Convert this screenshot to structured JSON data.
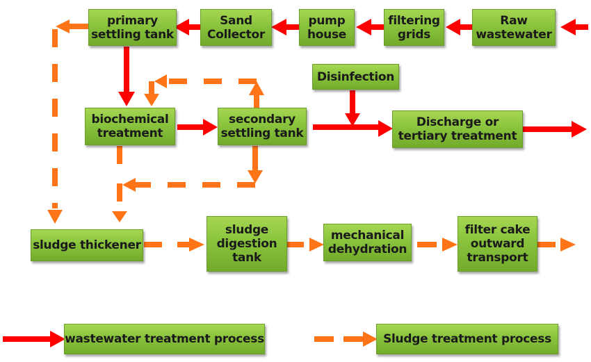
{
  "colors": {
    "wastewater_arrow": "#ff0000",
    "sludge_arrow": "#ff7417",
    "box_fill": "#8cc63f",
    "text": "#1a1a1a"
  },
  "nodes": {
    "raw_wastewater": "Raw\nwastewater",
    "filtering_grids": "filtering\ngrids",
    "pump_house": "pump\nhouse",
    "sand_collector": "Sand\nCollector",
    "primary_settling_tank": "primary\nsettling tank",
    "biochemical_treatment": "biochemical\ntreatment",
    "secondary_settling_tank": "secondary\nsettling tank",
    "disinfection": "Disinfection",
    "discharge": "Discharge or\ntertiary treatment",
    "sludge_thickener": "sludge thickener",
    "sludge_digestion_tank": "sludge\ndigestion\ntank",
    "mechanical_dehydration": "mechanical\ndehydration",
    "filter_cake_transport": "filter cake\noutward\ntransport"
  },
  "legend": {
    "wastewater": "wastewater treatment process",
    "sludge": "Sludge treatment process"
  }
}
